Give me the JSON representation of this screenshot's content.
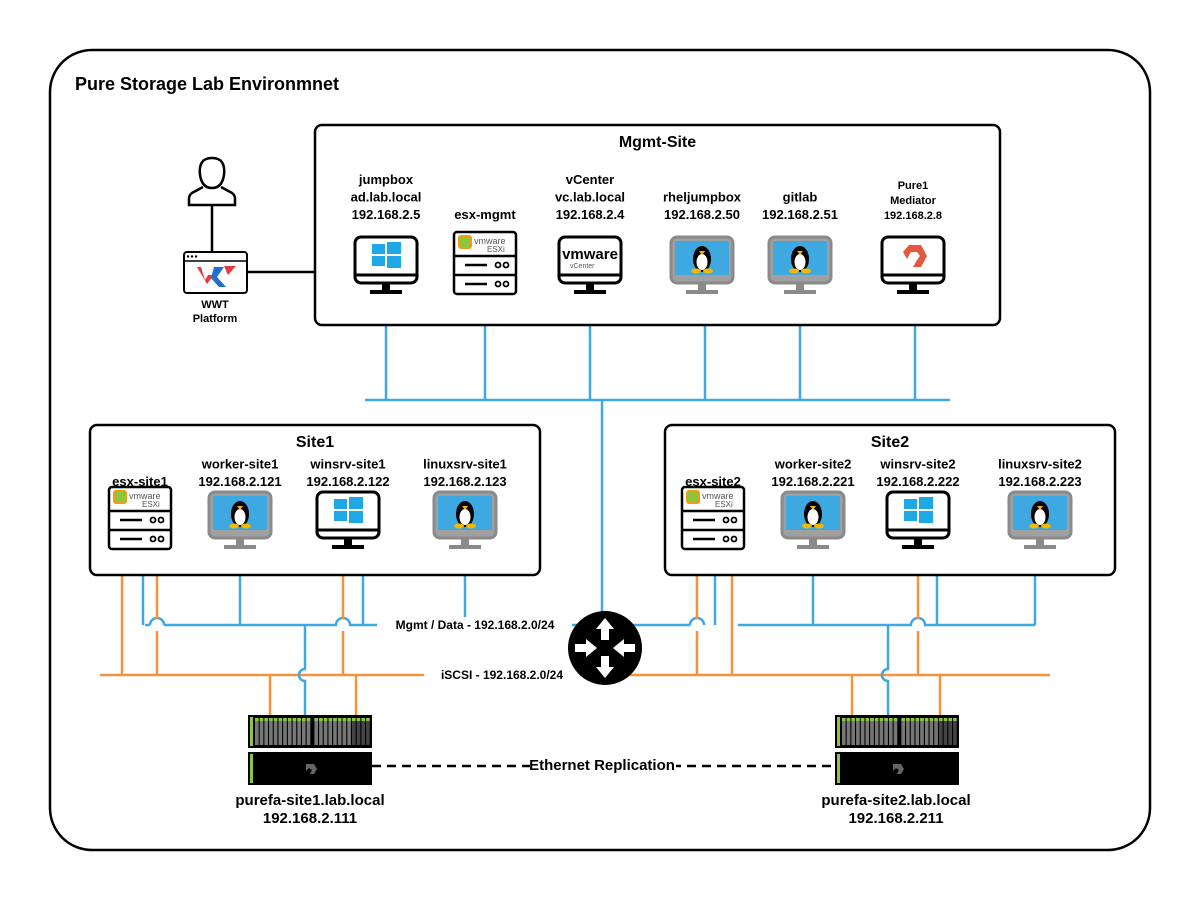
{
  "title": "Pure Storage Lab Environmnet",
  "colors": {
    "mgmt_network": "#3ea8e0",
    "iscsi_network": "#f7923a",
    "frame": "#000000",
    "windows": "#1fa8e6",
    "pure_orange": "#e4583e",
    "array_green": "#8cc63f"
  },
  "user": {
    "icon": "person-icon",
    "platform_label": [
      "WWT",
      "Platform"
    ],
    "platform_icon": "wwt-browser-icon"
  },
  "mgmt_site": {
    "title": "Mgmt-Site",
    "nodes": [
      {
        "id": "jumpbox",
        "lines": [
          "jumpbox",
          "ad.lab.local",
          "192.168.2.5"
        ],
        "icon": "windows-monitor-icon"
      },
      {
        "id": "esx-mgmt",
        "lines": [
          "esx-mgmt"
        ],
        "icon": "vmware-esxi-server-icon",
        "badge": [
          "vmware",
          "ESXi"
        ]
      },
      {
        "id": "vcenter",
        "lines": [
          "vCenter",
          "vc.lab.local",
          "192.168.2.4"
        ],
        "icon": "vmware-vcenter-monitor-icon",
        "badge": [
          "vmware",
          "vCenter"
        ]
      },
      {
        "id": "rheljumpbox",
        "lines": [
          "rheljumpbox",
          "192.168.2.50"
        ],
        "icon": "linux-monitor-icon"
      },
      {
        "id": "gitlab",
        "lines": [
          "gitlab",
          "192.168.2.51"
        ],
        "icon": "linux-monitor-icon"
      },
      {
        "id": "pure1-mediator",
        "lines": [
          "Pure1",
          "Mediator",
          "192.168.2.8"
        ],
        "icon": "pure-storage-monitor-icon"
      }
    ]
  },
  "site1": {
    "title": "Site1",
    "nodes": [
      {
        "id": "esx-site1",
        "lines": [
          "esx-site1"
        ],
        "icon": "vmware-esxi-server-icon",
        "badge": [
          "vmware",
          "ESXi"
        ]
      },
      {
        "id": "worker-site1",
        "lines": [
          "worker-site1",
          "192.168.2.121"
        ],
        "icon": "linux-monitor-icon"
      },
      {
        "id": "winsrv-site1",
        "lines": [
          "winsrv-site1",
          "192.168.2.122"
        ],
        "icon": "windows-monitor-icon"
      },
      {
        "id": "linuxsrv-site1",
        "lines": [
          "linuxsrv-site1",
          "192.168.2.123"
        ],
        "icon": "linux-monitor-icon"
      }
    ]
  },
  "site2": {
    "title": "Site2",
    "nodes": [
      {
        "id": "esx-site2",
        "lines": [
          "esx-site2"
        ],
        "icon": "vmware-esxi-server-icon",
        "badge": [
          "vmware",
          "ESXi"
        ]
      },
      {
        "id": "worker-site2",
        "lines": [
          "worker-site2",
          "192.168.2.221"
        ],
        "icon": "linux-monitor-icon"
      },
      {
        "id": "winsrv-site2",
        "lines": [
          "winsrv-site2",
          "192.168.2.222"
        ],
        "icon": "windows-monitor-icon"
      },
      {
        "id": "linuxsrv-site2",
        "lines": [
          "linuxsrv-site2",
          "192.168.2.223"
        ],
        "icon": "linux-monitor-icon"
      }
    ]
  },
  "networks": {
    "mgmt_label": "Mgmt / Data - 192.168.2.0/24",
    "iscsi_label": "iSCSI - 192.168.2.0/24",
    "router_icon": "router-icon",
    "replication_label": "Ethernet Replication"
  },
  "arrays": [
    {
      "id": "purefa-site1",
      "lines": [
        "purefa-site1.lab.local",
        "192.168.2.111"
      ],
      "icon": "flasharray-icon"
    },
    {
      "id": "purefa-site2",
      "lines": [
        "purefa-site2.lab.local",
        "192.168.2.211"
      ],
      "icon": "flasharray-icon"
    }
  ]
}
